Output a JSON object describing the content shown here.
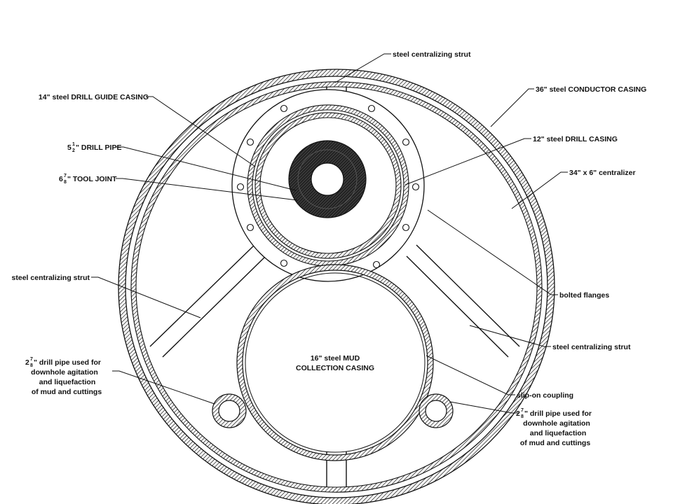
{
  "labels": {
    "strut_top": "steel centralizing strut",
    "conductor_casing": "36\" steel CONDUCTOR CASING",
    "drill_guide_casing": "14\" steel DRILL GUIDE CASING",
    "drill_casing": "12\" steel DRILL CASING",
    "drill_pipe_main": "5",
    "drill_pipe_sup": "1",
    "drill_pipe_sub": "2",
    "drill_pipe_rest": "\" DRILL PIPE",
    "tool_joint_main": "6",
    "tool_joint_sup": "7",
    "tool_joint_sub": "8",
    "tool_joint_rest": "\" TOOL JOINT",
    "centralizer": "34\" x 6\" centralizer",
    "bolted_flanges": "bolted flanges",
    "strut_left": "steel centralizing strut",
    "strut_right": "steel centralizing strut",
    "mud_casing_line1": "16\" steel MUD",
    "mud_casing_line2": "COLLECTION CASING",
    "slip_on_coupling": "slip-on coupling",
    "agit_left_main": "2",
    "agit_left_sup": "7",
    "agit_left_sub": "8",
    "agit_left_line1": "\" drill pipe used for",
    "agit_left_line2": "downhole agitation",
    "agit_left_line3": "and liquefaction",
    "agit_left_line4": "of mud and cuttings",
    "agit_right_main": "2",
    "agit_right_sup": "7",
    "agit_right_sub": "8",
    "agit_right_line1": "\" drill pipe used for",
    "agit_right_line2": "downhole agitation",
    "agit_right_line3": "and liquefaction",
    "agit_right_line4": "of mud and cuttings"
  }
}
